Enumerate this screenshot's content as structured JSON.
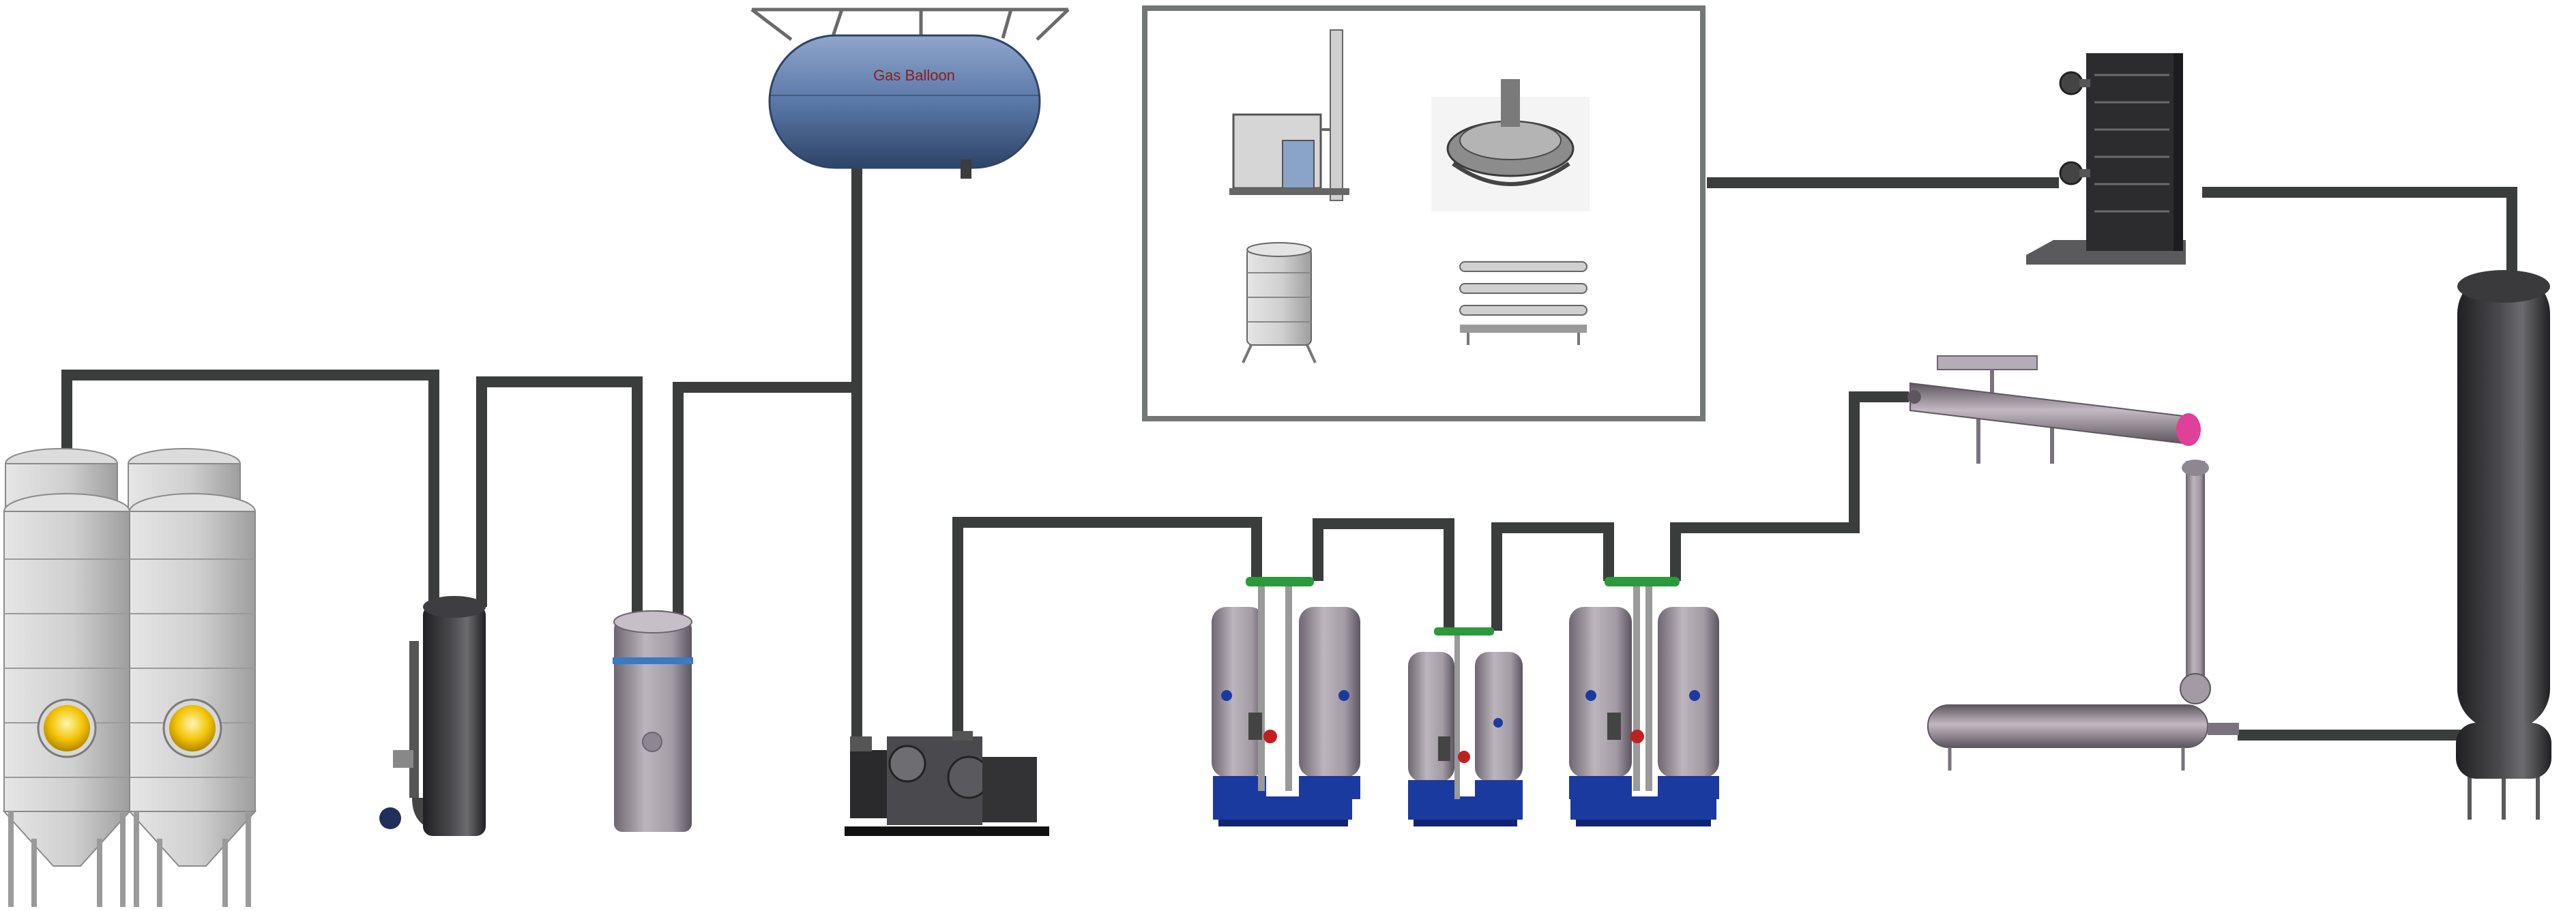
{
  "diagram": {
    "balloon_label": "Gas Balloon",
    "colors": {
      "pipe": "#3a3d3c",
      "frame": "#737776",
      "tank_steel": "#c8c8c8",
      "tank_dark": "#3a3a3c",
      "balloon_blue": "#5a78a8",
      "sight_glass": "#f2c200",
      "dryer_tank": "#a8a0a8",
      "dryer_base": "#1a3aa0",
      "valve_green": "#2a9a3a",
      "valve_red": "#c02020",
      "cooler_pink": "#e0409a"
    },
    "components": [
      {
        "id": "fermentation-silos",
        "icon": "fermentation-silo-icon"
      },
      {
        "id": "gas-washer",
        "icon": "scrubber-column-icon"
      },
      {
        "id": "foam-trap",
        "icon": "foam-trap-vessel-icon"
      },
      {
        "id": "gas-balloon",
        "icon": "gas-balloon-icon"
      },
      {
        "id": "compressor",
        "icon": "compressor-icon"
      },
      {
        "id": "dryer-unit-1",
        "icon": "twin-tower-dryer-icon"
      },
      {
        "id": "dryer-unit-2",
        "icon": "twin-tower-dryer-icon"
      },
      {
        "id": "dryer-unit-3",
        "icon": "twin-tower-dryer-icon"
      },
      {
        "id": "application-group",
        "icon": "application-equipment-group-icon"
      },
      {
        "id": "liquefier",
        "icon": "plate-liquefier-icon"
      },
      {
        "id": "heat-exchanger",
        "icon": "shell-tube-exchanger-icon"
      },
      {
        "id": "co2-storage-tank",
        "icon": "storage-tank-icon"
      }
    ]
  }
}
